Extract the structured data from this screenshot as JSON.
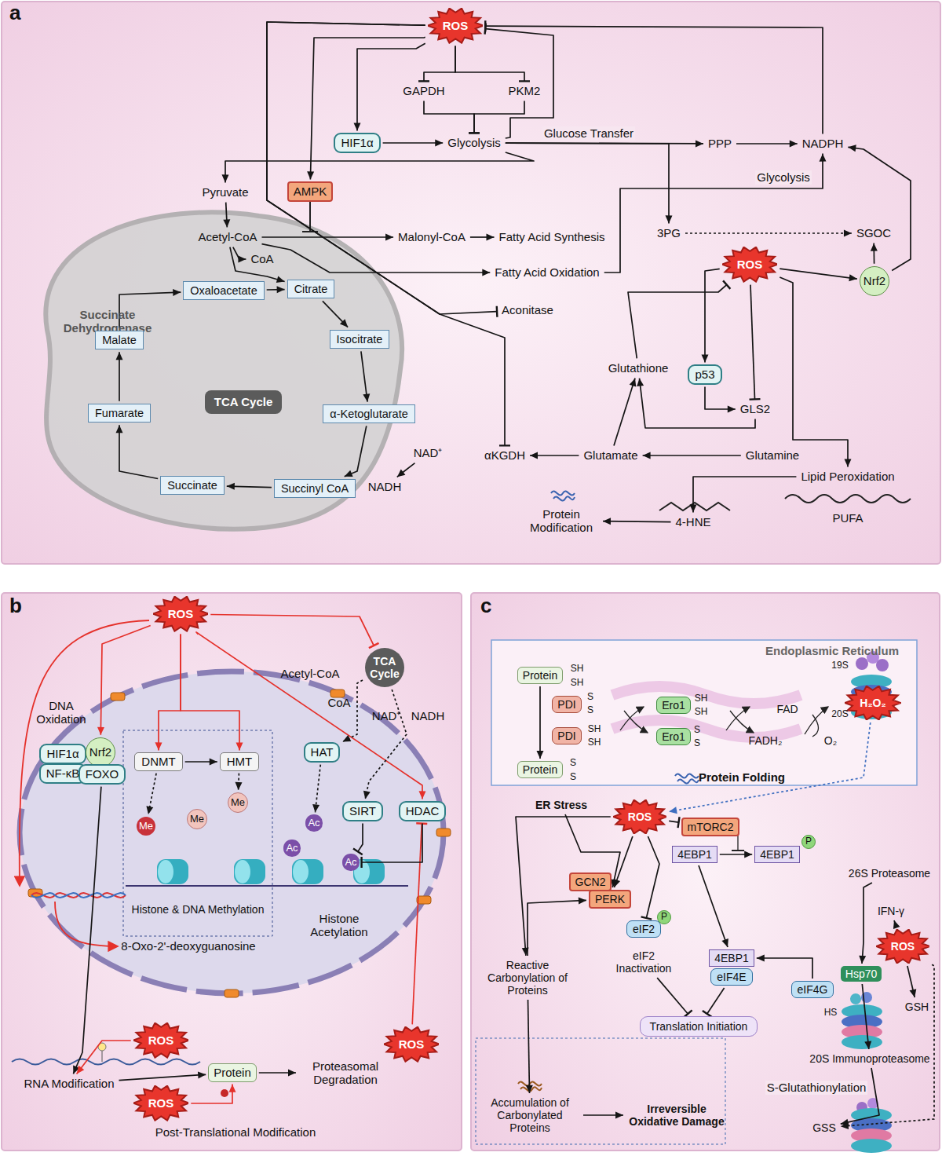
{
  "diagram": {
    "nodes": [
      {
        "text": [
          "a"
        ]
      },
      {
        "text": [
          "ROS"
        ],
        "in": 0
      },
      {
        "text": [
          "GAPDH"
        ],
        "in": 0
      },
      {
        "text": [
          "PKM2"
        ],
        "in": 0
      },
      {
        "text": [
          "HIF1α"
        ],
        "in": 0
      },
      {
        "text": [
          "Glycolysis"
        ],
        "in": 0
      },
      {
        "text": [
          "PPP"
        ],
        "in": 0
      },
      {
        "text": [
          "NADPH"
        ],
        "in": 0
      },
      {
        "text": [
          "Pyruvate"
        ],
        "in": 0
      },
      {
        "text": [
          "AMPK"
        ],
        "in": 0
      },
      {
        "text": [
          "Acetyl-CoA"
        ],
        "in": 0
      },
      {
        "text": [
          "Malonyl-CoA"
        ],
        "in": 0
      },
      {
        "text": [
          "Fatty Acid Synthesis"
        ],
        "in": 0
      },
      {
        "text": [
          "3PG"
        ],
        "in": 0
      },
      {
        "text": [
          "SGOC"
        ],
        "in": 0
      },
      {
        "text": [
          "Fatty Acid Oxidation"
        ],
        "in": 0
      },
      {
        "text": [
          "ROS"
        ],
        "in": 0
      },
      {
        "text": [
          "Nrf2"
        ],
        "in": 0
      },
      {
        "text": [
          "Succinate Dehydrogenase"
        ],
        "in": 0
      },
      {
        "text": [
          "CoA"
        ],
        "in": 18
      },
      {
        "text": [
          "Oxaloacetate"
        ],
        "in": 18
      },
      {
        "text": [
          "Citrate"
        ],
        "in": 18
      },
      {
        "text": [
          "Isocitrate"
        ],
        "in": 18
      },
      {
        "text": [
          "Malate"
        ],
        "in": 18
      },
      {
        "text": [
          "TCA Cycle"
        ],
        "in": 18
      },
      {
        "text": [
          "α-Ketoglutarate"
        ],
        "in": 18
      },
      {
        "text": [
          "Fumarate"
        ],
        "in": 18
      },
      {
        "text": [
          "Succinate"
        ],
        "in": 18
      },
      {
        "text": [
          "Succinyl CoA"
        ],
        "in": 18
      },
      {
        "text": [
          "Aconitase"
        ],
        "in": 0
      },
      {
        "text": [
          "Glutathione"
        ],
        "in": 0
      },
      {
        "text": [
          "p53"
        ],
        "in": 0
      },
      {
        "text": [
          "GLS2"
        ],
        "in": 0
      },
      {
        "text": [
          "NAD⁺"
        ],
        "in": 0
      },
      {
        "text": [
          "αKGDH"
        ],
        "in": 0
      },
      {
        "text": [
          "Glutamate"
        ],
        "in": 0
      },
      {
        "text": [
          "Glutamine"
        ],
        "in": 0
      },
      {
        "text": [
          "Lipid Peroxidation"
        ],
        "in": 0
      },
      {
        "text": [
          "NADH"
        ],
        "in": 0
      },
      {
        "text": [
          "Protein Modification"
        ],
        "in": 0
      },
      {
        "text": [
          "4-HNE"
        ],
        "in": 0
      },
      {
        "text": [
          "PUFA"
        ],
        "in": 0
      },
      {
        "text": [
          "b"
        ]
      },
      {
        "text": [
          "ROS"
        ],
        "in": 42
      },
      {
        "text": [
          "TCA Cycle"
        ],
        "in": 42
      },
      {
        "text": [
          "Acetyl-CoA"
        ],
        "in": 42
      },
      {
        "text": [
          "CoA"
        ],
        "in": 42
      },
      {
        "text": [
          "NAD⁺"
        ],
        "in": 42
      },
      {
        "text": [
          "NADH"
        ],
        "in": 42
      },
      {
        "text": [
          "HAT"
        ],
        "in": 42
      },
      {
        "text": [
          "HIF1α"
        ],
        "in": 42
      },
      {
        "text": [
          "Nrf2"
        ],
        "in": 42
      },
      {
        "text": [
          "NF-κB"
        ],
        "in": 42
      },
      {
        "text": [
          "FOXO"
        ],
        "in": 42
      },
      {
        "text": [
          "Histone & DNA Methylation"
        ],
        "in": 42
      },
      {
        "text": [
          "DNMT"
        ],
        "in": 54
      },
      {
        "text": [
          "HMT"
        ],
        "in": 54
      },
      {
        "text": [
          "Me"
        ],
        "in": 54
      },
      {
        "text": [
          "Me"
        ],
        "in": 54
      },
      {
        "text": [
          "Me"
        ],
        "in": 54
      },
      {
        "text": [
          "SIRT"
        ],
        "in": 42
      },
      {
        "text": [
          "HDAC"
        ],
        "in": 42
      },
      {
        "text": [
          "Ac"
        ],
        "in": 42
      },
      {
        "text": [
          "Ac"
        ],
        "in": 42
      },
      {
        "text": [
          "Ac"
        ],
        "in": 42
      },
      {
        "text": [
          "ROS"
        ],
        "in": 42
      },
      {
        "text": [
          "ROS"
        ],
        "in": 42
      },
      {
        "text": [
          "Protein"
        ],
        "in": 42
      },
      {
        "text": [
          "Proteasomal Degradation"
        ],
        "in": 42
      },
      {
        "text": [
          "RNA Modification"
        ],
        "in": 42
      },
      {
        "text": [
          "ROS"
        ],
        "in": 42
      },
      {
        "text": [
          "c"
        ]
      },
      {
        "text": [
          "Endoplasmic Reticulum"
        ],
        "in": 71
      },
      {
        "text": [
          "Protein"
        ],
        "in": 72
      },
      {
        "text": [
          "PDI"
        ],
        "in": 72
      },
      {
        "text": [
          "Ero1"
        ],
        "in": 72
      },
      {
        "text": [
          "FAD"
        ],
        "in": 72
      },
      {
        "text": [
          "H₂O₂"
        ],
        "in": 72
      },
      {
        "text": [
          "PDI"
        ],
        "in": 72
      },
      {
        "text": [
          "Ero1"
        ],
        "in": 72
      },
      {
        "text": [
          "FADH₂"
        ],
        "in": 72
      },
      {
        "text": [
          "O₂"
        ],
        "in": 72
      },
      {
        "text": [
          "Protein"
        ],
        "in": 72
      },
      {
        "text": [
          "ER Stress"
        ],
        "in": 71
      },
      {
        "text": [
          "ROS"
        ],
        "in": 71
      },
      {
        "text": [
          "mTORC2"
        ],
        "in": 71
      },
      {
        "text": [
          "4EBP1"
        ],
        "in": 71
      },
      {
        "text": [
          "4EBP1"
        ],
        "in": 71
      },
      {
        "text": [
          "P"
        ],
        "in": 71
      },
      {
        "text": [
          "GCN2"
        ],
        "in": 71
      },
      {
        "text": [
          "PERK"
        ],
        "in": 71
      },
      {
        "text": [
          "eIF2"
        ],
        "in": 71
      },
      {
        "text": [
          "P"
        ],
        "in": 71
      },
      {
        "text": [
          "4EBP1"
        ],
        "in": 71
      },
      {
        "text": [
          "eIF4E"
        ],
        "in": 71
      },
      {
        "text": [
          "eIF4G"
        ],
        "in": 71
      },
      {
        "text": [
          "eIF2 Inactivation"
        ],
        "in": 71
      },
      {
        "text": [
          "Reactive Carbonylation of Proteins"
        ],
        "in": 71
      },
      {
        "text": [
          "Translation Initiation"
        ],
        "in": 71
      },
      {
        "text": [
          "Accumulation of Carbonylated Proteins"
        ],
        "in": 71
      },
      {
        "text": [
          "Irreversible Oxidative Damage"
        ],
        "in": 71
      },
      {
        "text": [
          "26S Proteasome"
        ],
        "in": 71
      },
      {
        "text": [
          "IFN-γ"
        ],
        "in": 71
      },
      {
        "text": [
          "ROS"
        ],
        "in": 71
      },
      {
        "text": [
          "Hsp70"
        ],
        "in": 71
      },
      {
        "text": [
          "GSH"
        ],
        "in": 71
      },
      {
        "text": [
          "20S Immunoproteasome"
        ],
        "in": 71
      },
      {
        "text": [
          "GSS"
        ],
        "in": 71
      }
    ],
    "edges": [
      {
        "from": 1,
        "to": 2,
        "arrow": "to"
      },
      {
        "from": 1,
        "to": 3,
        "arrow": "to"
      },
      {
        "from": 2,
        "to": 5,
        "arrow": "to"
      },
      {
        "from": 3,
        "to": 5,
        "arrow": "to"
      },
      {
        "from": 5,
        "to": 1,
        "arrow": "to"
      },
      {
        "from": 7,
        "to": 1,
        "arrow": "to"
      },
      {
        "from": 1,
        "to": 4,
        "arrow": "to"
      },
      {
        "from": 4,
        "to": 5,
        "arrow": "to"
      },
      {
        "from": 1,
        "to": 9,
        "arrow": "to"
      },
      {
        "from": 5,
        "to": 8,
        "arrow": "to"
      },
      {
        "from": 5,
        "to": 6,
        "arrow": "to",
        "label": "Glucose Transfer"
      },
      {
        "from": 5,
        "to": 13,
        "arrow": "to"
      },
      {
        "from": 6,
        "to": 7,
        "arrow": "to"
      },
      {
        "from": 8,
        "to": 10,
        "arrow": "to"
      },
      {
        "from": 10,
        "to": 11,
        "arrow": "to"
      },
      {
        "from": 11,
        "to": 12,
        "arrow": "to"
      },
      {
        "from": 10,
        "to": 15,
        "arrow": "to"
      },
      {
        "from": 10,
        "to": 21,
        "arrow": "to"
      },
      {
        "from": 10,
        "to": 19,
        "arrow": "to"
      },
      {
        "from": 20,
        "to": 21,
        "arrow": "to"
      },
      {
        "from": 21,
        "to": 22,
        "arrow": "to"
      },
      {
        "from": 22,
        "to": 25,
        "arrow": "to"
      },
      {
        "from": 25,
        "to": 28,
        "arrow": "to"
      },
      {
        "from": 28,
        "to": 27,
        "arrow": "to"
      },
      {
        "from": 27,
        "to": 26,
        "arrow": "to"
      },
      {
        "from": 26,
        "to": 23,
        "arrow": "to"
      },
      {
        "from": 23,
        "to": 20,
        "arrow": "to"
      },
      {
        "from": 33,
        "to": 38,
        "arrow": "to"
      },
      {
        "from": 1,
        "to": 34,
        "arrow": "to"
      },
      {
        "from": 1,
        "to": 29,
        "arrow": "to"
      },
      {
        "from": 15,
        "to": 7,
        "arrow": "to",
        "label": "Glycolysis"
      },
      {
        "from": 13,
        "to": 14,
        "arrow": "to"
      },
      {
        "from": 17,
        "to": 14,
        "arrow": "to"
      },
      {
        "from": 17,
        "to": 7,
        "arrow": "to"
      },
      {
        "from": 16,
        "to": 17,
        "arrow": "to"
      },
      {
        "from": 16,
        "to": 31,
        "arrow": "to"
      },
      {
        "from": 31,
        "to": 32,
        "arrow": "to"
      },
      {
        "from": 16,
        "to": 32,
        "arrow": "to"
      },
      {
        "from": 32,
        "to": 30,
        "arrow": "to"
      },
      {
        "from": 30,
        "to": 16,
        "arrow": "to"
      },
      {
        "from": 36,
        "to": 35,
        "arrow": "to"
      },
      {
        "from": 35,
        "to": 30,
        "arrow": "to"
      },
      {
        "from": 35,
        "to": 34,
        "arrow": "to"
      },
      {
        "from": 16,
        "to": 37,
        "arrow": "to"
      },
      {
        "from": 37,
        "to": 40,
        "arrow": "to"
      },
      {
        "from": 40,
        "to": 39,
        "arrow": "to"
      },
      {
        "from": 43,
        "to": 44,
        "arrow": "to"
      },
      {
        "from": 43,
        "to": 51,
        "arrow": "to"
      },
      {
        "from": 43,
        "to": 55,
        "arrow": "to"
      },
      {
        "from": 43,
        "to": 56,
        "arrow": "to"
      },
      {
        "from": 43,
        "to": 61,
        "arrow": "to"
      },
      {
        "from": 65,
        "to": 61,
        "arrow": "to"
      },
      {
        "from": 61,
        "to": 64,
        "arrow": "to"
      },
      {
        "from": 60,
        "to": 64,
        "arrow": "to"
      },
      {
        "from": 44,
        "to": 49,
        "arrow": "to"
      },
      {
        "from": 49,
        "to": 62,
        "arrow": "to"
      },
      {
        "from": 44,
        "to": 60,
        "arrow": "to"
      },
      {
        "from": 55,
        "to": 56,
        "arrow": "to"
      },
      {
        "from": 55,
        "to": 57,
        "arrow": "to"
      },
      {
        "from": 56,
        "to": 59,
        "arrow": "to"
      },
      {
        "from": 53,
        "to": 69,
        "arrow": "to"
      },
      {
        "from": 66,
        "to": 69,
        "arrow": "to"
      },
      {
        "from": 69,
        "to": 67,
        "arrow": "to"
      },
      {
        "from": 67,
        "to": 68,
        "arrow": "to"
      },
      {
        "from": 70,
        "to": 67,
        "arrow": "to"
      },
      {
        "from": 77,
        "to": 84,
        "arrow": "to"
      },
      {
        "from": 83,
        "to": 90,
        "arrow": "to"
      },
      {
        "from": 84,
        "to": 97,
        "arrow": "to"
      },
      {
        "from": 84,
        "to": 90,
        "arrow": "to"
      },
      {
        "from": 84,
        "to": 85,
        "arrow": "to"
      },
      {
        "from": 84,
        "to": 91,
        "arrow": "to"
      },
      {
        "from": 86,
        "to": 87,
        "arrow": "to"
      },
      {
        "from": 86,
        "to": 93,
        "arrow": "to"
      },
      {
        "from": 95,
        "to": 93,
        "arrow": "to"
      },
      {
        "from": 96,
        "to": 98,
        "arrow": "to"
      },
      {
        "from": 94,
        "to": 98,
        "arrow": "to"
      },
      {
        "from": 97,
        "to": 90,
        "arrow": "to"
      },
      {
        "from": 97,
        "to": 99,
        "arrow": "to"
      },
      {
        "from": 99,
        "to": 100,
        "arrow": "to"
      },
      {
        "from": 101,
        "to": 104,
        "arrow": "to"
      },
      {
        "from": 103,
        "to": 102,
        "arrow": "to"
      },
      {
        "from": 103,
        "to": 105,
        "arrow": "to"
      },
      {
        "from": 104,
        "to": 106,
        "arrow": "to"
      },
      {
        "from": 106,
        "to": 107,
        "arrow": "to",
        "label": "S-Glutathionylation"
      },
      {
        "from": 103,
        "to": 107,
        "arrow": "to"
      },
      {
        "from": 73,
        "to": 82,
        "arrow": "to"
      }
    ],
    "labels": [
      "DNA Oxidation",
      "8-Oxo-2'-deoxyguanosine",
      "Histone Acetylation",
      "Post-Translational Modification",
      "Protein Folding",
      "SH",
      "SH",
      "S",
      "S",
      "SH",
      "SH",
      "SH",
      "SH",
      "S",
      "S",
      "S",
      "S",
      "19S",
      "20S",
      "HS"
    ]
  }
}
